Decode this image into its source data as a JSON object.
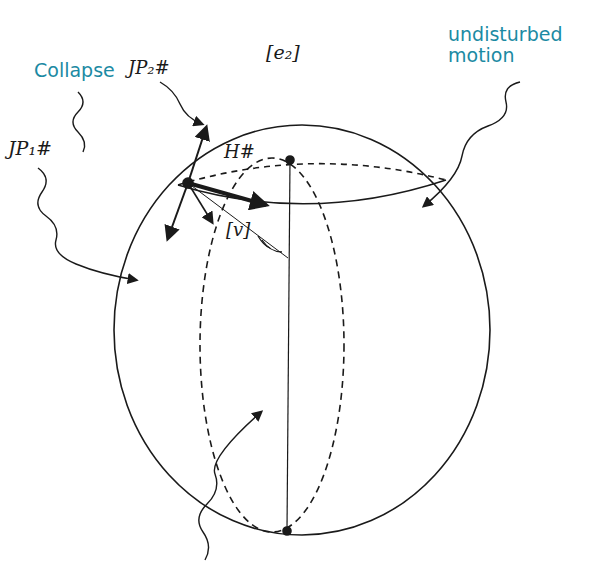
{
  "diagram": {
    "labels": [
      "undisturbed motion",
      "Collapse",
      "JP₂#",
      "[e₂]",
      "JP₁#",
      "H#",
      "[v]"
    ]
  }
}
